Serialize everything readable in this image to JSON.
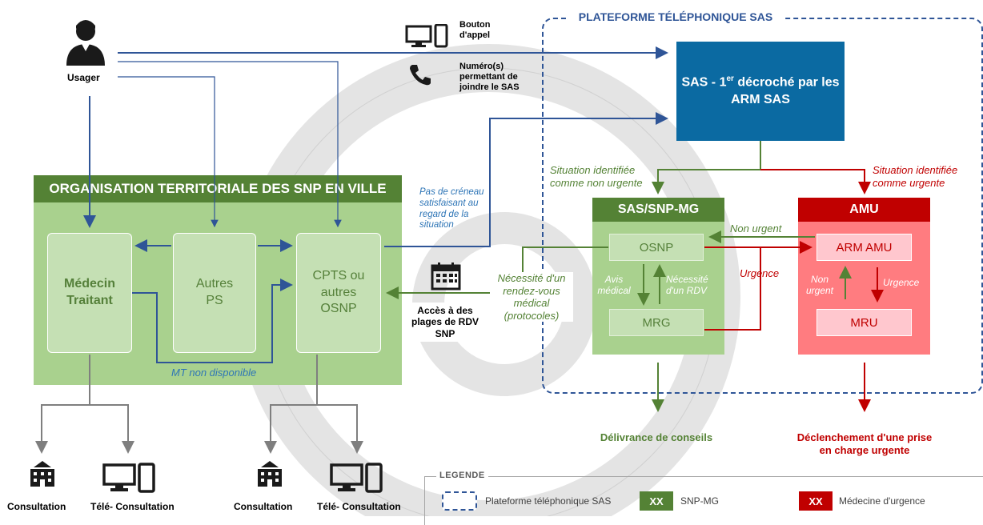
{
  "usager": {
    "label": "Usager"
  },
  "devices": {
    "bouton_label": "Bouton d'appel",
    "numero_label": "Numéro(s) permettant de joindre le SAS"
  },
  "sas_platform": {
    "title": "PLATEFORME TÉLÉPHONIQUE SAS"
  },
  "sas_box": {
    "line1_prefix": "SAS - 1",
    "line1_sup": "er",
    "line1_suffix": " décroché par les",
    "line2": "ARM SAS"
  },
  "organisation": {
    "title": "ORGANISATION TERRITORIALE DES SNP EN VILLE",
    "medecin": "Médecin Traitant",
    "autres_ps": "Autres PS",
    "cpts": "CPTS ou autres OSNP",
    "mt_non_dispo": "MT non disponible"
  },
  "notes": {
    "pas_de_creneau": "Pas de créneau satisfaisant au regard de la situation",
    "acces_plages": "Accès à des plages de RDV SNP",
    "necessite_rdv": "Nécessité d'un rendez-vous médical (protocoles)",
    "non_urgente": "Situation identifiée comme non urgente",
    "urgente": "Situation identifiée comme urgente"
  },
  "snp": {
    "title": "SAS/SNP-MG",
    "osnp": "OSNP",
    "mrg": "MRG",
    "avis_medical": "Avis médical",
    "necessite_rdv": "Nécessité d'un RDV",
    "non_urgent": "Non urgent",
    "urgence": "Urgence"
  },
  "amu": {
    "title": "AMU",
    "arm_amu": "ARM AMU",
    "mru": "MRU",
    "non_urgent": "Non urgent",
    "urgence": "Urgence"
  },
  "outcomes": {
    "conseils": "Délivrance de conseils",
    "urgent": "Déclenchement d'une prise en charge urgente"
  },
  "bottom": {
    "consultation1": "Consultation",
    "tele1": "Télé- Consultation",
    "consultation2": "Consultation",
    "tele2": "Télé- Consultation"
  },
  "legend": {
    "title": "LEGENDE",
    "sas_label": "Plateforme téléphonique SAS",
    "snp_swatch": "XX",
    "snp_label": "SNP-MG",
    "amu_swatch": "XX",
    "amu_label": "Médecine d'urgence"
  },
  "colors": {
    "blue_dark": "#2f5597",
    "sas_blue": "#0b6aa2",
    "green_dark": "#548235",
    "green_light": "#a9d18e",
    "red_dark": "#c00000",
    "red_light": "#ff7c80"
  }
}
